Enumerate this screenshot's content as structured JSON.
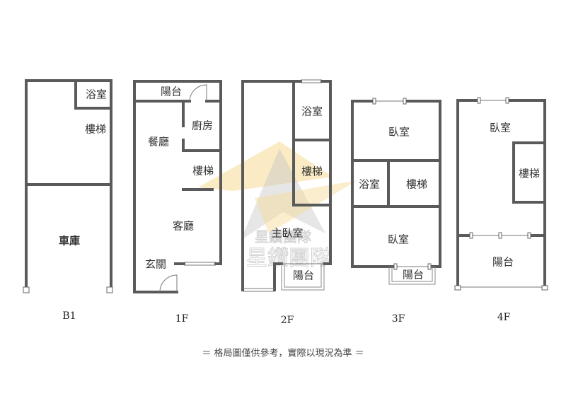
{
  "floors": {
    "b1": {
      "label": "B1",
      "rooms": [
        "浴室",
        "樓梯",
        "車庫"
      ]
    },
    "f1": {
      "label": "1F",
      "rooms": [
        "陽台",
        "廚房",
        "餐廳",
        "樓梯",
        "客廳",
        "玄關"
      ]
    },
    "f2": {
      "label": "2F",
      "rooms": [
        "浴室",
        "樓梯",
        "主臥室",
        "陽台"
      ]
    },
    "f3": {
      "label": "3F",
      "rooms": [
        "臥室",
        "浴室",
        "樓梯",
        "臥室",
        "陽台"
      ]
    },
    "f4": {
      "label": "4F",
      "rooms": [
        "臥室",
        "樓梯",
        "陽台"
      ]
    }
  },
  "note": "＝ 格局圖僅供參考，實際以現況為準 ＝",
  "watermark": {
    "line1": "星鑽團隊",
    "line2": "星鑽團隊",
    "colors": {
      "gold": "#f2c14e",
      "gray": "#9a9a9a"
    }
  }
}
